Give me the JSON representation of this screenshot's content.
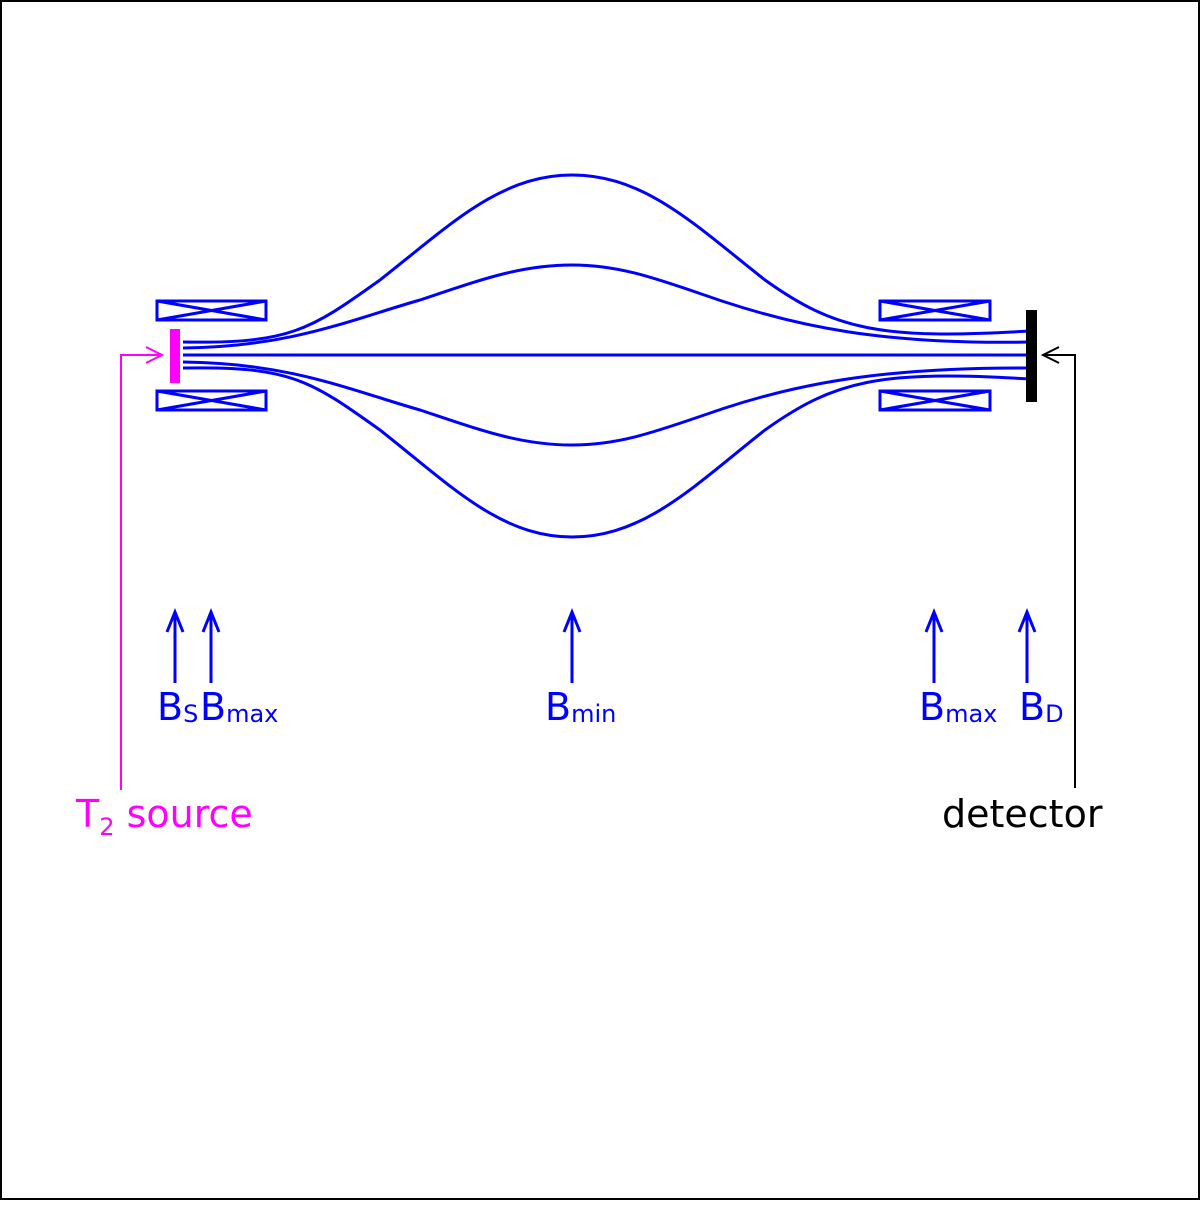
{
  "colors": {
    "field": "#0000ff",
    "source": "#ff00ff",
    "detector": "#000000",
    "frame": "#000000",
    "background": "#ffffff"
  },
  "markers": [
    {
      "id": "bs",
      "base": "B",
      "sub": "S"
    },
    {
      "id": "bmax-left",
      "base": "B",
      "sub": "max"
    },
    {
      "id": "bmin",
      "base": "B",
      "sub": "min"
    },
    {
      "id": "bmax-right",
      "base": "B",
      "sub": "max"
    },
    {
      "id": "bd",
      "base": "B",
      "sub": "D"
    }
  ],
  "source_label": {
    "base": "T",
    "sub": "2",
    "rest": " source"
  },
  "detector_label": "detector"
}
